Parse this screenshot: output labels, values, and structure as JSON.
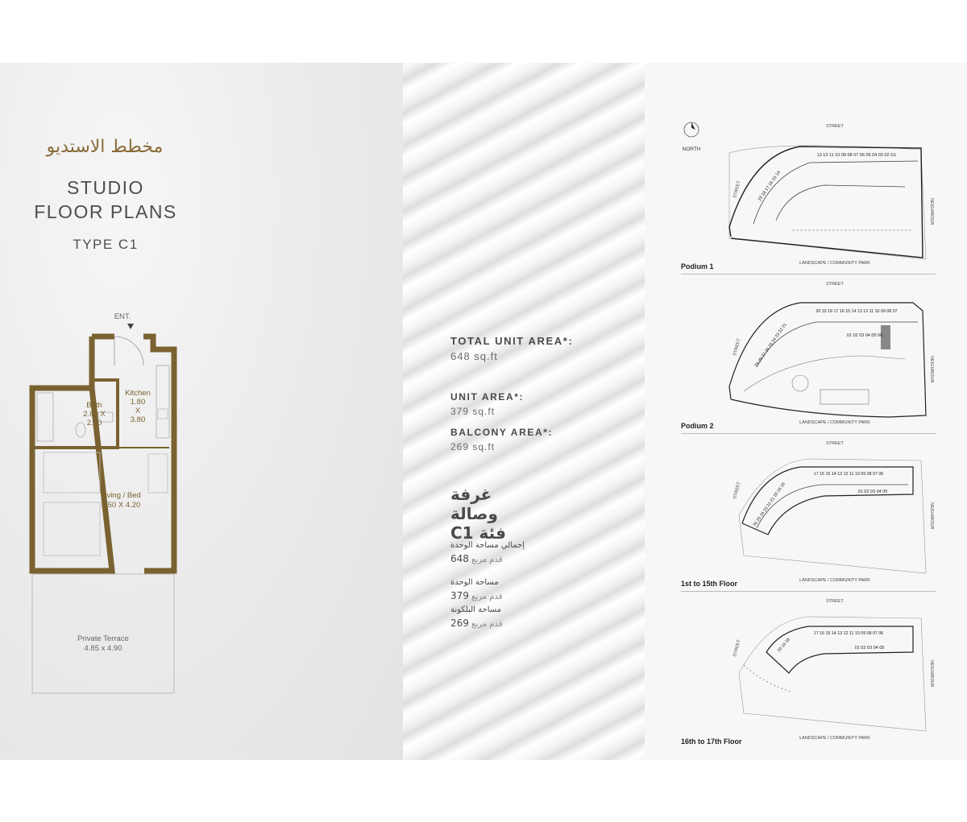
{
  "left": {
    "title_ar": "مخطط الاستديو",
    "title_en_line1": "STUDIO",
    "title_en_line2": "FLOOR PLANS",
    "type": "TYPE C1",
    "plan": {
      "entrance": "ENT.",
      "bath_name": "Bath",
      "bath_dim1": "2.60 X",
      "bath_dim2": "2.40",
      "kitchen_name": "Kitchen",
      "kitchen_dim1": "1.80",
      "kitchen_dim2": "X",
      "kitchen_dim3": "3.80",
      "living_name": "Living / Bed",
      "living_dim": "4.50 X 4.20",
      "terrace_name": "Private Terrace",
      "terrace_dim": "4.85 x 4.90"
    }
  },
  "middle": {
    "total_label": "TOTAL UNIT AREA*:",
    "total_value": "648 sq.ft",
    "unit_label": "UNIT AREA*:",
    "unit_value": "379 sq.ft",
    "balcony_label": "BALCONY AREA*:",
    "balcony_value": "269 sq.ft",
    "ar_title1": "غرفة وصالة",
    "ar_title2": "فئة C1",
    "ar_total_label": "إجمالي مساحة الوحدة",
    "ar_total_value": "648",
    "ar_unit_word": "قدم مربع",
    "ar_unit_label": "مساحة الوحدة",
    "ar_unit_value": "379",
    "ar_balcony_label": "مساحة البلكونة",
    "ar_balcony_value": "269"
  },
  "right": {
    "north": "NORTH",
    "street": "STREET",
    "neighbour": "NEIGHBOUR",
    "park": "LANDSCAPE / COMMUNITY PARK",
    "floors": [
      {
        "caption": "Podium 1",
        "top_nums": "13 12 11 10 09 08 07 06 05 04 03 02 G1",
        "side_nums": "19 18 17 16 15 14"
      },
      {
        "caption": "Podium 2",
        "top_nums": "20 19 18 17 16 15 14 13 12 11 10 09 08 07",
        "side_nums": "29 28 27 26 25 24 23 22 21",
        "units": "01 02 03 04 05 06"
      },
      {
        "caption": "1st to 15th Floor",
        "top_nums": "17 16 15 14 13 12 11 10 09 08 07 06",
        "side_nums": "26 25 24 23 22 21 20 19 18",
        "units": "01 02 03 04 05"
      },
      {
        "caption": "16th to 17th Floor",
        "top_nums": "17 16 15 14 13 12 11 10 09 08 07 06",
        "side_nums": "20 19 18",
        "units": "01 02 03 04 05"
      }
    ]
  }
}
